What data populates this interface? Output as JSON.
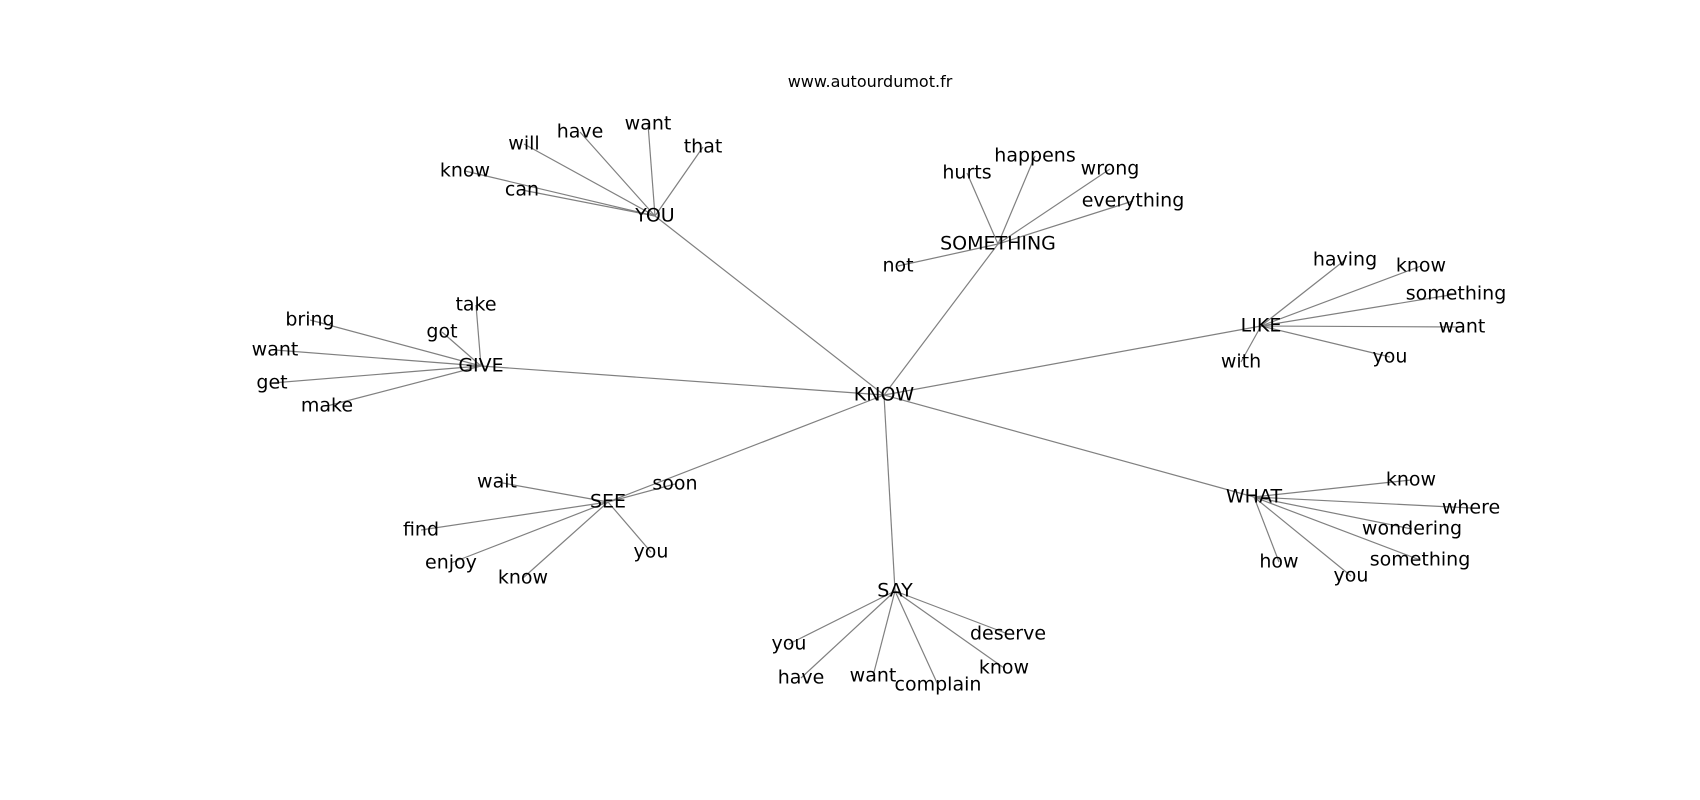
{
  "title": "www.autourdumot.fr",
  "root": {
    "id": "know",
    "label": "KNOW",
    "children": [
      {
        "id": "you",
        "label": "YOU",
        "children": [
          {
            "label": "know"
          },
          {
            "label": "can"
          },
          {
            "label": "will"
          },
          {
            "label": "have"
          },
          {
            "label": "want"
          },
          {
            "label": "that"
          }
        ]
      },
      {
        "id": "something",
        "label": "SOMETHING",
        "children": [
          {
            "label": "hurts"
          },
          {
            "label": "happens"
          },
          {
            "label": "wrong"
          },
          {
            "label": "everything"
          },
          {
            "label": "not"
          }
        ]
      },
      {
        "id": "like",
        "label": "LIKE",
        "children": [
          {
            "label": "having"
          },
          {
            "label": "know"
          },
          {
            "label": "something"
          },
          {
            "label": "want"
          },
          {
            "label": "you"
          },
          {
            "label": "with"
          }
        ]
      },
      {
        "id": "give",
        "label": "GIVE",
        "children": [
          {
            "label": "take"
          },
          {
            "label": "got"
          },
          {
            "label": "bring"
          },
          {
            "label": "want"
          },
          {
            "label": "get"
          },
          {
            "label": "make"
          }
        ]
      },
      {
        "id": "see",
        "label": "SEE",
        "children": [
          {
            "label": "wait"
          },
          {
            "label": "soon"
          },
          {
            "label": "find"
          },
          {
            "label": "enjoy"
          },
          {
            "label": "know"
          },
          {
            "label": "you"
          }
        ]
      },
      {
        "id": "what",
        "label": "WHAT",
        "children": [
          {
            "label": "know"
          },
          {
            "label": "where"
          },
          {
            "label": "wondering"
          },
          {
            "label": "something"
          },
          {
            "label": "you"
          },
          {
            "label": "how"
          }
        ]
      },
      {
        "id": "say",
        "label": "SAY",
        "children": [
          {
            "label": "you"
          },
          {
            "label": "have"
          },
          {
            "label": "want"
          },
          {
            "label": "complain"
          },
          {
            "label": "know"
          },
          {
            "label": "deserve"
          }
        ]
      }
    ]
  }
}
